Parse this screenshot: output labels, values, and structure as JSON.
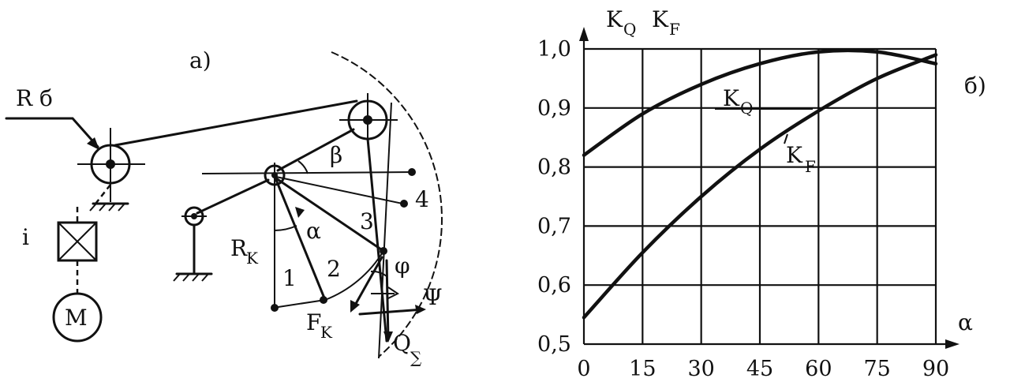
{
  "panel_a": {
    "title": "а)",
    "label_rb": "R б",
    "label_i": "i",
    "label_m": "M",
    "label_rk_main": "R",
    "label_rk_sub": "K",
    "label_alpha": "α",
    "label_beta": "β",
    "label_phi": "φ",
    "label_psi": "Ψ",
    "label_fk_main": "F",
    "label_fk_sub": "K",
    "label_q_main": "Q",
    "label_q_sub": "∑",
    "positions": [
      "1",
      "2",
      "3",
      "4"
    ]
  },
  "panel_b": {
    "title": "б)",
    "y_axis_label": "K",
    "y_axis_label_sub_q": "Q",
    "y_axis_label_2": "K",
    "y_axis_label_sub_f": "F",
    "x_axis_label": "α",
    "curve_label_kq": "K",
    "curve_label_kq_sub": "Q",
    "curve_label_kf": "K",
    "curve_label_kf_sub": "F"
  },
  "chart_data": {
    "type": "line",
    "xlabel": "α",
    "ylabel": "K_Q K_F",
    "xlim": [
      0,
      90
    ],
    "ylim": [
      0.5,
      1.0
    ],
    "x_ticks": [
      0,
      15,
      30,
      45,
      60,
      75,
      90
    ],
    "y_ticks": [
      0.5,
      0.6,
      0.7,
      0.8,
      0.9,
      1.0
    ],
    "x_tick_labels": [
      "0",
      "15",
      "30",
      "45",
      "60",
      "75",
      "90"
    ],
    "y_tick_labels": [
      "0,5",
      "0,6",
      "0,7",
      "0,8",
      "0,9",
      "1,0"
    ],
    "grid": true,
    "series": [
      {
        "name": "K_Q",
        "x": [
          0,
          15,
          30,
          45,
          60,
          75,
          90
        ],
        "y": [
          0.82,
          0.89,
          0.94,
          0.975,
          0.995,
          0.995,
          0.975
        ]
      },
      {
        "name": "K_F",
        "x": [
          0,
          15,
          30,
          45,
          60,
          75,
          90
        ],
        "y": [
          0.545,
          0.655,
          0.75,
          0.83,
          0.895,
          0.95,
          0.99
        ]
      }
    ]
  }
}
